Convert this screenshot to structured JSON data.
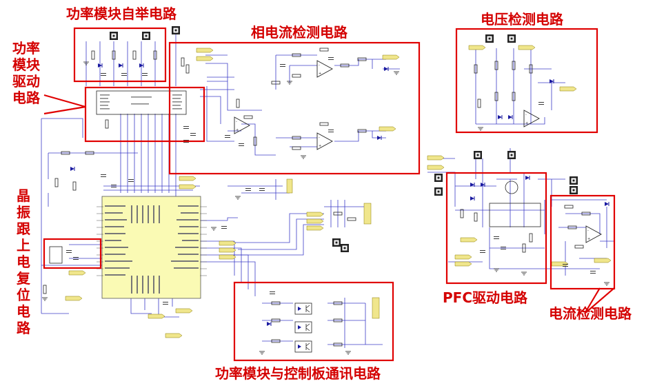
{
  "annotations": {
    "power_module_bootstrap": "功率模块自举电路",
    "phase_current_detect": "相电流检测电路",
    "voltage_detect": "电压检测电路",
    "power_module_drive": "功率模块驱动电路",
    "crystal_reset": "晶振跟上电复位电路",
    "pfc_drive": "PFC驱动电路",
    "current_detect": "电流检测电路",
    "comm_circuit": "功率模块与控制板通讯电路"
  },
  "colors": {
    "annotation": "#d40000",
    "wire": "#3c3cc8",
    "component": "#222222",
    "mcu_fill": "#fafab4",
    "connector": "#f0e68c",
    "pad_bg": "#222222"
  }
}
